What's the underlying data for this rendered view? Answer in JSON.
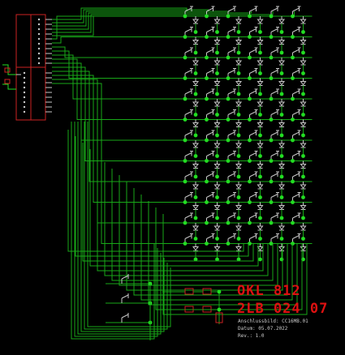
{
  "title_block": {
    "line1": "OKL 812",
    "line2": "2LB 024 07",
    "notes": [
      "Anschlussbild: CC16MB.01",
      "Datum: 05.07.2022",
      "Rev.: 1.0"
    ]
  },
  "schematic": {
    "matrix_rows": 12,
    "matrix_cols": 6,
    "aux_switches": 3,
    "colors": {
      "background": "#000000",
      "wire": "#18a818",
      "junction": "#22dd22",
      "component": "#c8c8c8",
      "part": "#cc2222",
      "title": "#dd1111"
    }
  }
}
